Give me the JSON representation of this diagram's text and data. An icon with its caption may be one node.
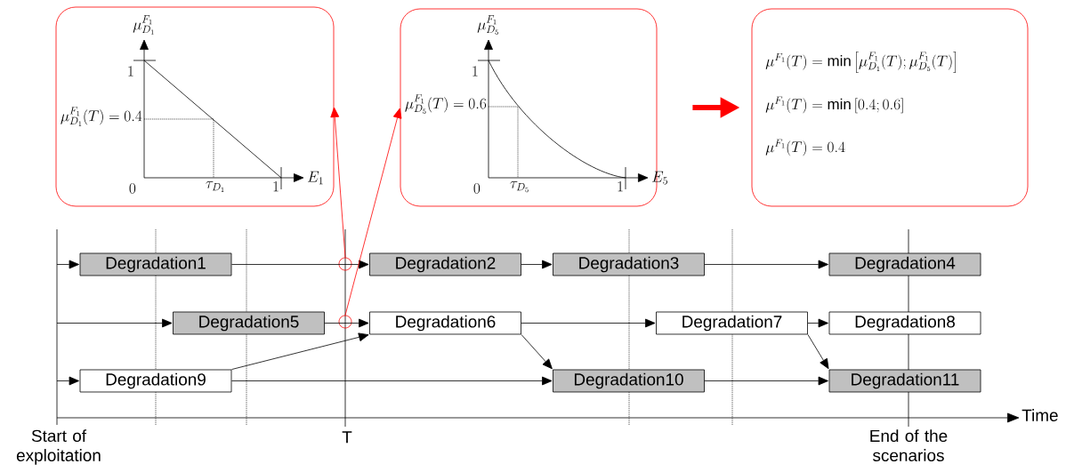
{
  "diagram": {
    "nodes": [
      {
        "text": [
          "\\mu^{F_1}_{D_1}",
          "1",
          "\\mu^{F_1}_{D_1}(T)=0.4",
          "0",
          "\\tau_{D_1}",
          "1",
          "E_1"
        ]
      },
      {
        "text": [
          "\\mu^{F_1}_{D_5}",
          "1",
          "\\mu^{F_1}_{D_5}(T)=0.6",
          "0",
          "\\tau_{D_5}",
          "1",
          "E_5"
        ]
      },
      {
        "text": [
          "\\mu^{F_1}(T)=\\min\\left[\\mu^{F_1}_{D_1}(T);\\mu^{F_1}_{D_5}(T)\\right]",
          "\\mu^{F_1}(T)=\\min\\left[0.4;0.6\\right]",
          "\\mu^{F_1}(T)=0.4"
        ]
      },
      {
        "text": [
          "Degradation1"
        ]
      },
      {
        "text": [
          "Degradation2"
        ]
      },
      {
        "text": [
          "Degradation3"
        ]
      },
      {
        "text": [
          "Degradation4"
        ]
      },
      {
        "text": [
          "Degradation5"
        ]
      },
      {
        "text": [
          "Degradation6"
        ]
      },
      {
        "text": [
          "Degradation7"
        ]
      },
      {
        "text": [
          "Degradation8"
        ]
      },
      {
        "text": [
          "Degradation9"
        ]
      },
      {
        "text": [
          "Degradation10"
        ]
      },
      {
        "text": [
          "Degradation11"
        ]
      },
      {
        "text": [],
        "shape": "circle"
      },
      {
        "text": [],
        "shape": "circle"
      }
    ],
    "edges": [
      {
        "from": null,
        "to": 3,
        "arrow": "to"
      },
      {
        "from": 3,
        "to": 4,
        "arrow": "to"
      },
      {
        "from": 4,
        "to": 5,
        "arrow": "to"
      },
      {
        "from": 5,
        "to": 6,
        "arrow": "to"
      },
      {
        "from": null,
        "to": 7,
        "arrow": "to"
      },
      {
        "from": 7,
        "to": 8,
        "arrow": "to"
      },
      {
        "from": 8,
        "to": 9,
        "arrow": "to"
      },
      {
        "from": 9,
        "to": 10,
        "arrow": "to"
      },
      {
        "from": 8,
        "to": 12,
        "arrow": "to"
      },
      {
        "from": 9,
        "to": 13,
        "arrow": "to"
      },
      {
        "from": null,
        "to": 11,
        "arrow": "to"
      },
      {
        "from": 11,
        "to": 8,
        "arrow": "to"
      },
      {
        "from": 11,
        "to": 12,
        "arrow": "to"
      },
      {
        "from": 12,
        "to": 13,
        "arrow": "to"
      },
      {
        "from": 14,
        "to": 0,
        "arrow": "to",
        "color": "#ff0000"
      },
      {
        "from": 15,
        "to": 1,
        "arrow": "to",
        "color": "#ff0000"
      },
      {
        "from": 1,
        "to": 2,
        "arrow": "to",
        "style": "thick",
        "color": "#ff0000"
      }
    ],
    "labels": [
      "Time",
      "Start of exploitation",
      "T",
      "End of the scenarios"
    ]
  }
}
